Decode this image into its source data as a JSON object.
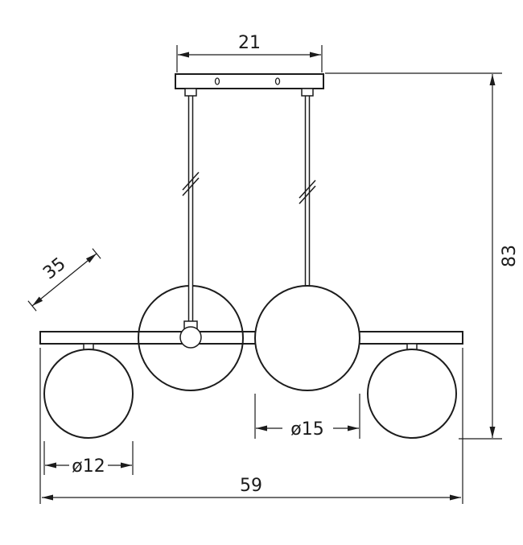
{
  "drawing": {
    "subject": "four-globe pendant lamp technical dimension drawing"
  },
  "dimensions": {
    "ceiling_width": "21",
    "overall_height": "83",
    "depth": "35",
    "large_globe_diameter": "ø15",
    "small_globe_diameter": "ø12",
    "overall_width": "59"
  },
  "colors": {
    "line": "#1c1c1c",
    "text": "#1b1b1b",
    "background": "#ffffff"
  }
}
